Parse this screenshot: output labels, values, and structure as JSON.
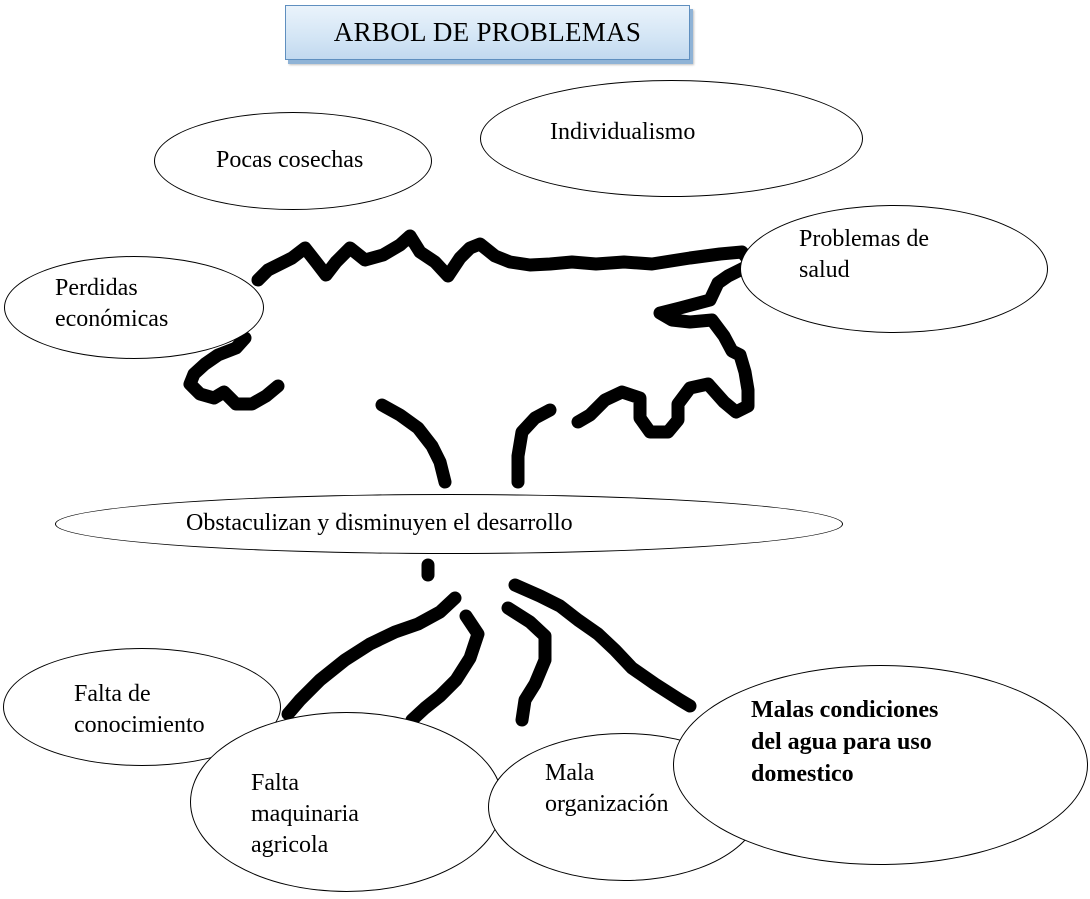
{
  "title": "ARBOL DE PROBLEMAS",
  "effects": {
    "pocas_cosechas": "Pocas cosechas",
    "individualismo": "Individualismo",
    "problemas_salud": "Problemas de\nsalud",
    "perdidas_economicas": "Perdidas\neconómicas"
  },
  "central_problem": "Obstaculizan y disminuyen el desarrollo",
  "causes": {
    "falta_conocimiento": "Falta de\nconocimiento",
    "falta_maquinaria": "Falta\nmaquinaria\nagricola",
    "mala_organizacion": "Mala\norganización",
    "malas_condiciones_agua": "Malas condiciones\ndel agua para uso\ndomestico"
  },
  "colors": {
    "title_fill": "#d3e5f5",
    "title_border": "#5f8fbf",
    "stroke": "#000000"
  }
}
